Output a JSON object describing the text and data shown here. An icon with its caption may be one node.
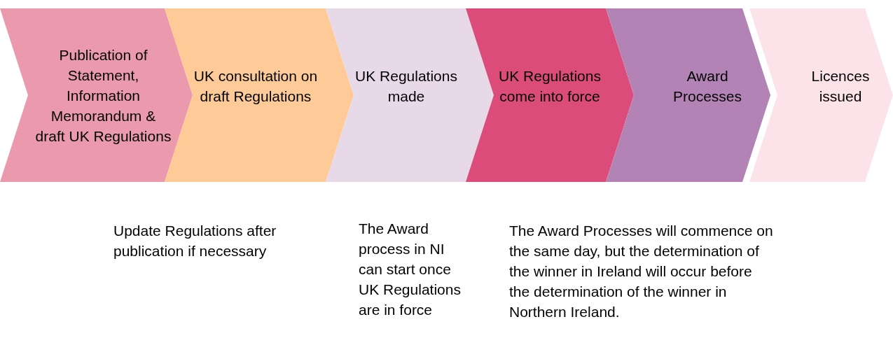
{
  "diagram": {
    "nodes": [
      {
        "text": [
          "Publication of Statement, Information Memorandum & draft UK Regulations"
        ]
      },
      {
        "text": [
          "UK consultation on draft Regulations"
        ]
      },
      {
        "text": [
          "UK Regulations made"
        ]
      },
      {
        "text": [
          "UK Regulations come into force"
        ]
      },
      {
        "text": [
          "Award Processes"
        ]
      },
      {
        "text": [
          "Licences issued"
        ]
      }
    ],
    "labels": [
      "Update Regulations after publication if necessary",
      "The Award process in NI can start once UK Regulations are in force",
      "The Award Processes will commence on the same day, but the determination of the winner in Ireland will occur before the determination of the winner in Northern Ireland."
    ]
  }
}
